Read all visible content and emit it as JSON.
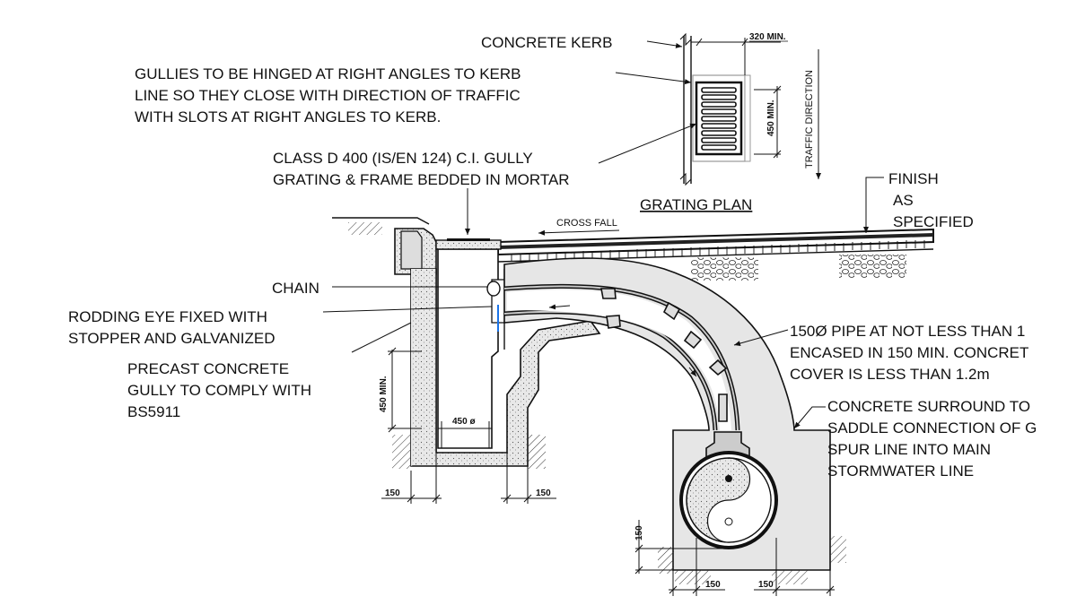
{
  "labels": {
    "concrete_kerb": "CONCRETE KERB",
    "gullies_1": "GULLIES TO BE HINGED AT RIGHT ANGLES TO KERB",
    "gullies_2": "LINE SO THEY CLOSE WITH DIRECTION OF TRAFFIC",
    "gullies_3": "WITH SLOTS AT RIGHT ANGLES TO KERB.",
    "grating_1": "CLASS D 400 (IS/EN 124) C.I. GULLY",
    "grating_2": "GRATING & FRAME BEDDED IN MORTAR",
    "grating_plan": "GRATING PLAN",
    "traffic_direction": "TRAFFIC DIRECTION",
    "finish_1": "FINISH",
    "finish_2": "AS",
    "finish_3": "SPECIFIED",
    "cross_fall": "CROSS FALL",
    "chain": "CHAIN",
    "rodding_1": "RODDING EYE FIXED WITH",
    "rodding_2": "STOPPER AND GALVANIZED",
    "precast_1": "PRECAST CONCRETE",
    "precast_2": "GULLY TO COMPLY WITH",
    "precast_3": "BS5911",
    "pipe_1": "150Ø PIPE AT NOT LESS THAN 1",
    "pipe_2": "ENCASED IN 150 MIN. CONCRET",
    "pipe_3": "COVER IS LESS THAN 1.2m",
    "surround_1": "CONCRETE SURROUND TO",
    "surround_2": "SADDLE CONNECTION OF G",
    "surround_3": "SPUR LINE INTO MAIN",
    "surround_4": "STORMWATER LINE"
  },
  "dimensions": {
    "d320": "320 MIN.",
    "d450v": "450 MIN.",
    "d450g": "450 MIN.",
    "d450dia": "450 ø",
    "d150a": "150",
    "d150b": "150",
    "d150c": "150",
    "d150d": "150",
    "d150e": "150"
  }
}
